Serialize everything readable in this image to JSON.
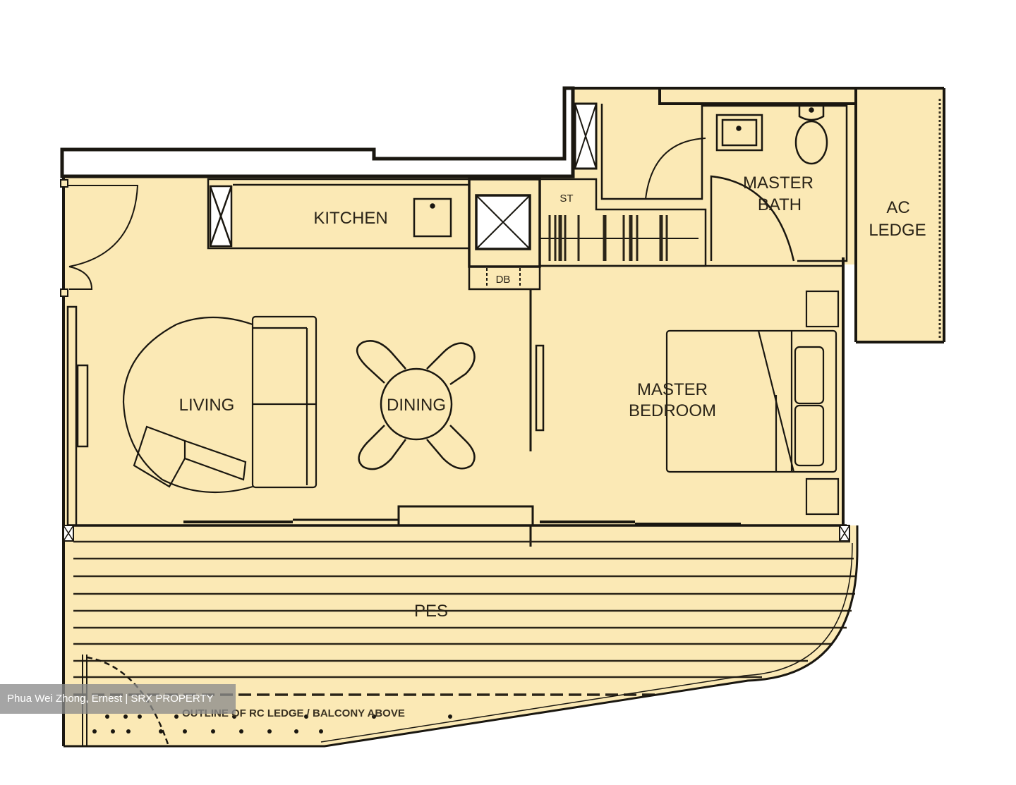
{
  "floorplan": {
    "rooms": {
      "kitchen": "KITCHEN",
      "store": "ST",
      "distribution_board": "DB",
      "master_bath_line1": "MASTER",
      "master_bath_line2": "BATH",
      "ac_ledge_line1": "AC",
      "ac_ledge_line2": "LEDGE",
      "living": "LIVING",
      "dining": "DINING",
      "master_bedroom_line1": "MASTER",
      "master_bedroom_line2": "BEDROOM",
      "pes": "PES"
    },
    "annotations": {
      "outline_note": "OUTLINE OF RC LEDGE / BALCONY ABOVE"
    },
    "colors": {
      "floor_fill": "#fbe9b5",
      "wall_stroke": "#1a1710",
      "outside": "#ffffff"
    }
  },
  "watermark": {
    "text": "Phua Wei Zhong, Ernest | SRX PROPERTY"
  }
}
